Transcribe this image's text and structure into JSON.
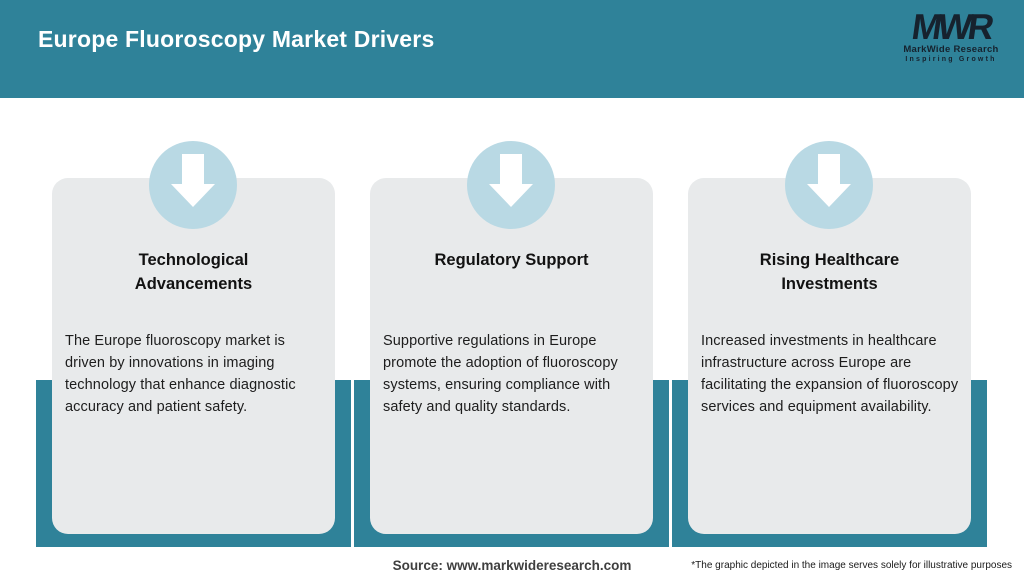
{
  "header": {
    "title": "Europe Fluoroscopy Market Drivers"
  },
  "logo": {
    "acronym": "MWR",
    "name": "MarkWide Research",
    "tagline": "Inspiring Growth"
  },
  "cards": [
    {
      "icon": "down-arrow-icon",
      "title": "Technological Advancements",
      "body": "The Europe fluoroscopy market is driven by innovations in imaging technology that enhance diagnostic accuracy and patient safety."
    },
    {
      "icon": "down-arrow-icon",
      "title": "Regulatory Support",
      "body": "Supportive regulations in Europe promote the adoption of fluoroscopy systems, ensuring compliance with safety and quality standards."
    },
    {
      "icon": "down-arrow-icon",
      "title": "Rising Healthcare Investments",
      "body": "Increased investments in healthcare infrastructure across Europe are facilitating the expansion of fluoroscopy services and equipment availability."
    }
  ],
  "footer": {
    "source": "Source: www.markwideresearch.com",
    "disclaimer": "*The graphic depicted in the image serves solely for illustrative purposes"
  },
  "colors": {
    "header_teal": "#2F8299",
    "frame_teal": "#2F8299",
    "circle_blue": "#B9D9E4",
    "card_gray": "#E8EAEB",
    "logo_navy": "#16222E"
  }
}
